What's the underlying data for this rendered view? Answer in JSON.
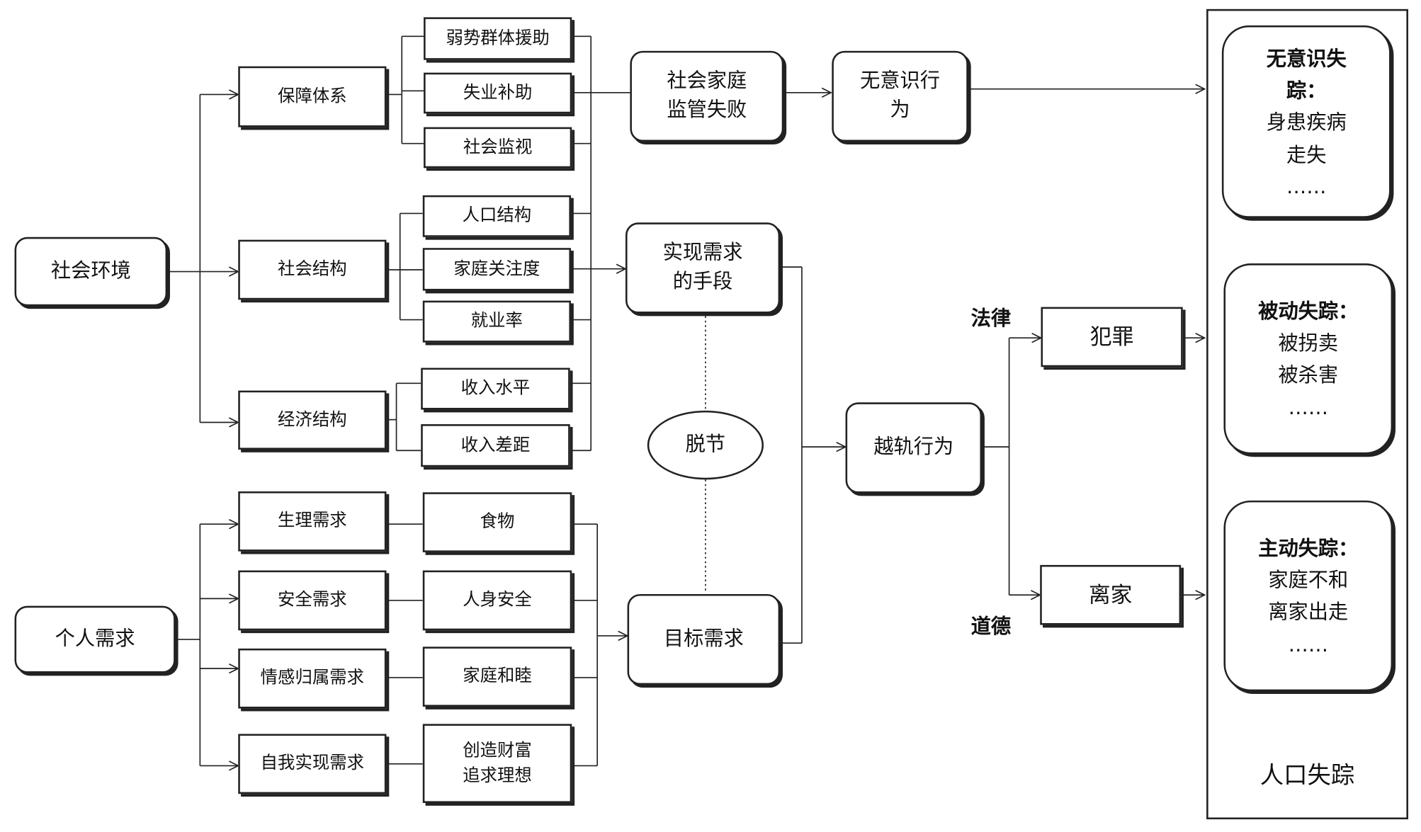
{
  "root_factors": {
    "social_environment": "社会环境",
    "personal_needs": "个人需求"
  },
  "social_systems": {
    "security_system": "保障体系",
    "social_structure": "社会结构",
    "economic_structure": "经济结构"
  },
  "security_items": [
    "弱势群体援助",
    "失业补助",
    "社会监视"
  ],
  "structure_items": [
    "人口结构",
    "家庭关注度",
    "就业率"
  ],
  "economy_items": [
    "收入水平",
    "收入差距"
  ],
  "needs": [
    "生理需求",
    "安全需求",
    "情感归属需求",
    "自我实现需求"
  ],
  "need_objects": [
    "食物",
    "人身安全",
    "家庭和睦"
  ],
  "need_object_selfreal": [
    "创造财富",
    "追求理想"
  ],
  "middle": {
    "supervision_failure": [
      "社会家庭",
      "监管失败"
    ],
    "unconscious_behavior": [
      "无意识行",
      "为"
    ],
    "means": [
      "实现需求",
      "的手段"
    ],
    "disconnect": "脱节",
    "goals": "目标需求",
    "deviant": "越轨行为"
  },
  "branches": {
    "law_label": "法律",
    "moral_label": "道德",
    "crime": "犯罪",
    "leave_home": "离家"
  },
  "outcomes": {
    "unconscious": {
      "title": [
        "无意识失",
        "踪："
      ],
      "items": [
        "身患疾病",
        "走失",
        "……"
      ]
    },
    "passive": {
      "title": [
        "被动失踪："
      ],
      "items": [
        "被拐卖",
        "被杀害",
        "……"
      ]
    },
    "active": {
      "title": [
        "主动失踪："
      ],
      "items": [
        "家庭不和",
        "离家出走",
        "……"
      ]
    },
    "container_label": "人口失踪"
  }
}
